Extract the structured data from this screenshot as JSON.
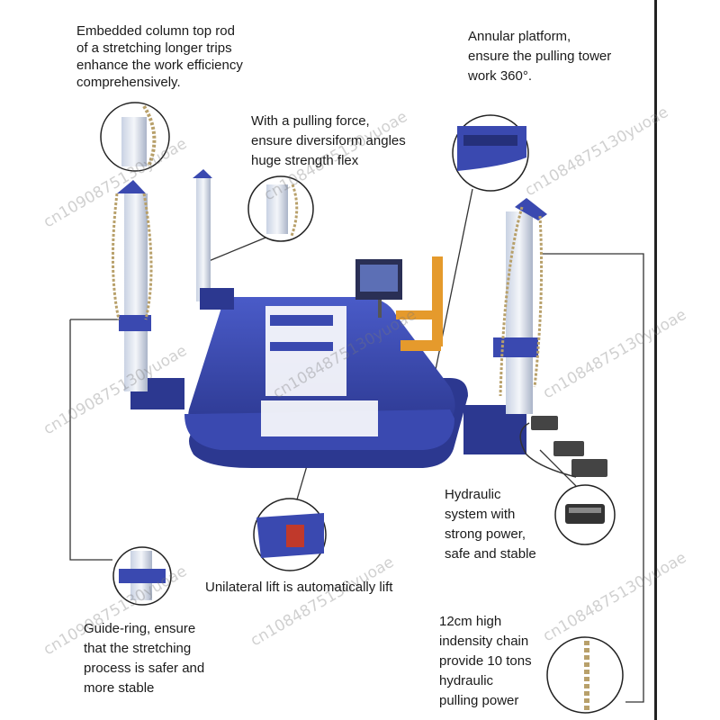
{
  "annotations": {
    "top_left": "Embedded column top rod\nof a stretching longer trips\nenhance the work efficiency\ncomprehensively.",
    "top_middle": "With a pulling force,\nensure diversiform angles\nhuge strength flex",
    "top_right": "Annular platform,\nensure the pulling tower\nwork 360°.",
    "hydraulic": "Hydraulic\nsystem with\nstrong power,\nsafe and stable",
    "lift": "Unilateral lift is automatically lift",
    "guide_ring": "Guide-ring, ensure\nthat the stretching\nprocess is safer and\nmore stable",
    "chain": "12cm high\nindensity chain\nprovide 10 tons\nhydraulic\npulling power"
  },
  "watermarks": [
    "cn1090875130yuoae",
    "cn1084875130yuoae",
    "cn1084875130yuoae",
    "cn1090875130yuoae",
    "cn1084875130yuoae",
    "cn1084875130yuoae",
    "cn1090875130yuoae",
    "cn1084875130yuoae",
    "cn1084875130yuoae"
  ],
  "colors": {
    "frame_blue": "#3a49b0",
    "frame_dark": "#25307a",
    "column_white": "#e8edf5",
    "chain_gold": "#b8a06a",
    "bracket_orange": "#e59a2c",
    "leader_line": "#333333"
  }
}
